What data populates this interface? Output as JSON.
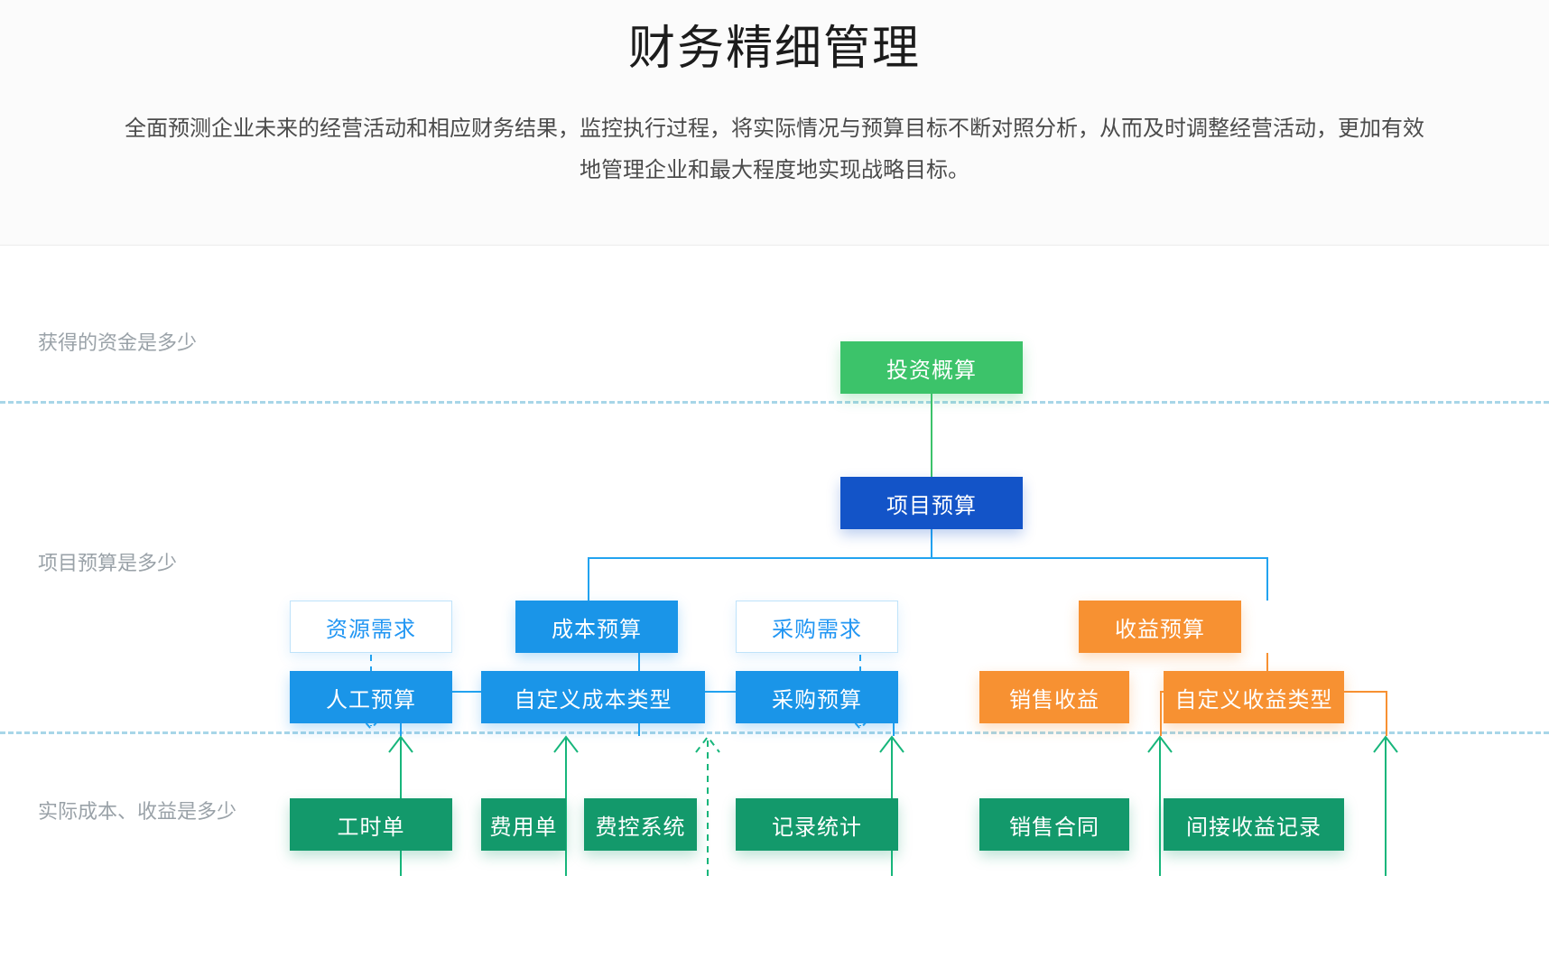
{
  "header": {
    "title": "财务精细管理",
    "subtitle": "全面预测企业未来的经营活动和相应财务结果，监控执行过程，将实际情况与预算目标不断对照分析，从而及时调整经营活动，更加有效地管理企业和最大程度地实现战略目标。"
  },
  "bands": [
    {
      "label": "获得的资金是多少"
    },
    {
      "label": "项目预算是多少"
    },
    {
      "label": "实际成本、收益是多少"
    }
  ],
  "nodes": {
    "investment_estimate": "投资概算",
    "project_budget": "项目预算",
    "resource_demand": "资源需求",
    "cost_budget": "成本预算",
    "purchase_demand": "采购需求",
    "revenue_budget": "收益预算",
    "labor_budget": "人工预算",
    "custom_cost_type": "自定义成本类型",
    "purchase_budget": "采购预算",
    "sales_revenue": "销售收益",
    "custom_revenue_type": "自定义收益类型",
    "timesheet": "工时单",
    "expense_form": "费用单",
    "expense_control_system": "费控系统",
    "record_statistics": "记录统计",
    "sales_contract": "销售合同",
    "indirect_revenue_record": "间接收益记录"
  },
  "colors": {
    "green": "#3cc36a",
    "navy": "#1354c8",
    "blue": "#1a95e8",
    "orange": "#f79132",
    "teal": "#13996b",
    "outline_border": "#bfe3fa",
    "outline_text": "#2196f3",
    "band_rule": "#a8d6e8",
    "band_label": "#9aa2a8"
  }
}
